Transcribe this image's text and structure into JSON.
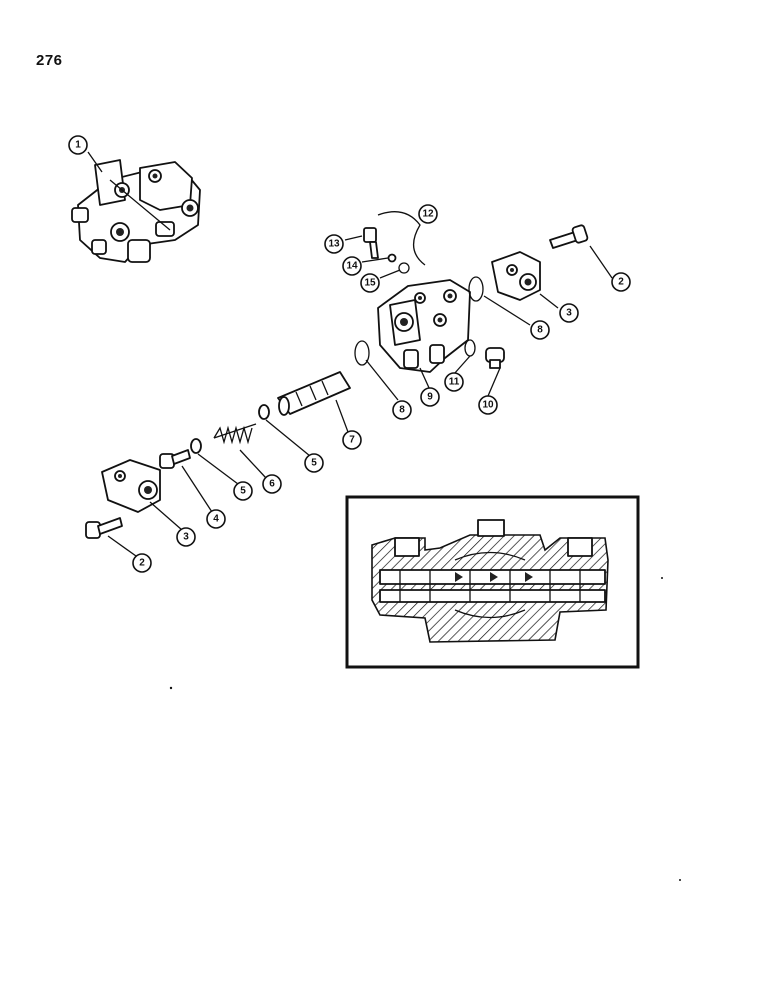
{
  "page_number": "276",
  "callouts": {
    "c1": "1",
    "c2a": "2",
    "c2b": "2",
    "c3a": "3",
    "c3b": "3",
    "c4": "4",
    "c5a": "5",
    "c5b": "5",
    "c6": "6",
    "c7": "7",
    "c8a": "8",
    "c8b": "8",
    "c9": "9",
    "c10": "10",
    "c11": "11",
    "c12": "12",
    "c13": "13",
    "c14": "14",
    "c15": "15"
  }
}
